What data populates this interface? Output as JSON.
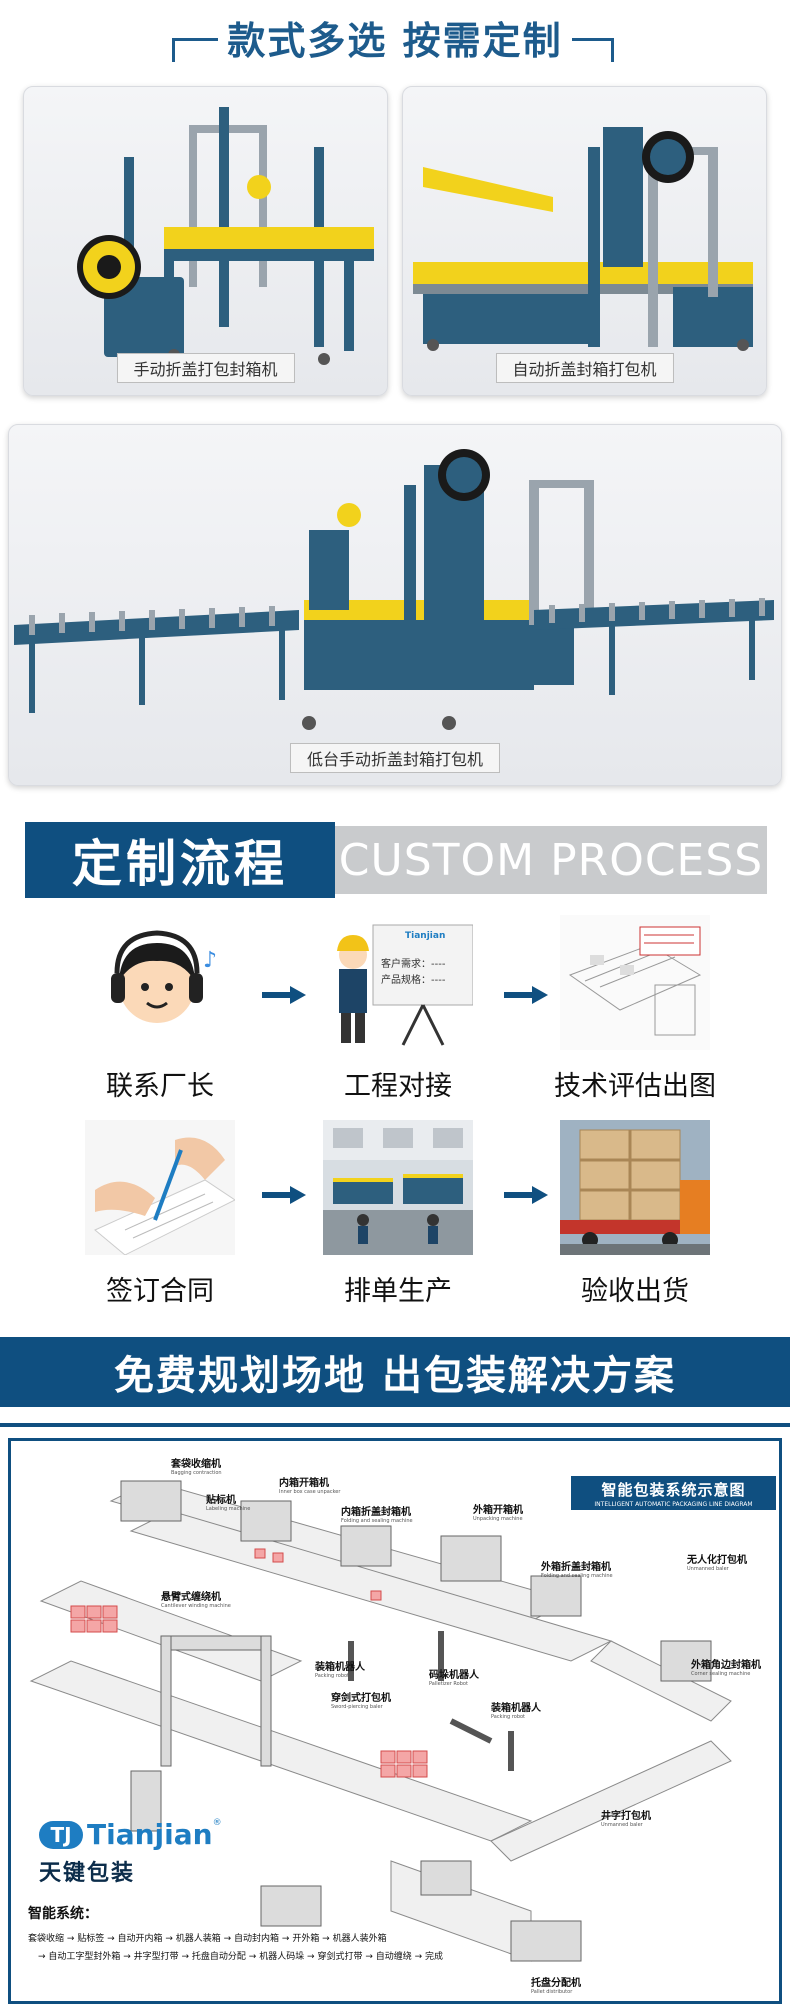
{
  "header": {
    "title": "款式多选  按需定制"
  },
  "products": [
    {
      "caption": "手动折盖打包封箱机"
    },
    {
      "caption": "自动折盖封箱打包机"
    },
    {
      "caption": "低台手动折盖封箱打包机"
    }
  ],
  "process_banner": {
    "zh": "定制流程",
    "en": "CUSTOM PROCESS"
  },
  "steps": [
    {
      "label": "联系厂长",
      "icon": "headset-avatar-icon"
    },
    {
      "label": "工程对接",
      "icon": "engineer-presentation-icon",
      "board_title": "Tianjian",
      "board_line1": "客户需求：----",
      "board_line2": "产品规格：----"
    },
    {
      "label": "技术评估出图",
      "icon": "layout-drawing-icon"
    },
    {
      "label": "签订合同",
      "icon": "contract-signing-icon"
    },
    {
      "label": "排单生产",
      "icon": "factory-floor-icon"
    },
    {
      "label": "验收出货",
      "icon": "shipping-crate-icon"
    }
  ],
  "solution_banner": {
    "text": "免费规划场地 出包装解决方案"
  },
  "diagram": {
    "title": "智能包装系统示意图",
    "subtitle": "INTELLIGENT AUTOMATIC PACKAGING LINE DIAGRAM",
    "stations": [
      {
        "zh": "套袋收缩机",
        "en": "Bagging contraction"
      },
      {
        "zh": "内箱开箱机",
        "en": "Inner box case unpacker"
      },
      {
        "zh": "贴标机",
        "en": "Labeling machine"
      },
      {
        "zh": "内箱折盖封箱机",
        "en": "Folding and sealing machine"
      },
      {
        "zh": "外箱开箱机",
        "en": "Unpacking machine"
      },
      {
        "zh": "外箱折盖封箱机",
        "en": "Folding and sealing machine"
      },
      {
        "zh": "无人化打包机",
        "en": "Unmanned baler"
      },
      {
        "zh": "悬臂式缠绕机",
        "en": "Cantilever winding machine"
      },
      {
        "zh": "装箱机器人",
        "en": "Packing robot"
      },
      {
        "zh": "码垛机器人",
        "en": "Palletizer Robot"
      },
      {
        "zh": "穿剑式打包机",
        "en": "Sword-piercing baler"
      },
      {
        "zh": "装箱机器人",
        "en": "Packing robot"
      },
      {
        "zh": "外箱角边封箱机",
        "en": "Corner sealing machine"
      },
      {
        "zh": "井字打包机",
        "en": "Unmanned baler"
      },
      {
        "zh": "托盘分配机",
        "en": "Pallet distributor"
      }
    ],
    "logo": {
      "mark": "TJ",
      "en": "Tianjian",
      "reg": "®",
      "zh": "天键包装"
    },
    "system_label": "智能系统：",
    "flow_lines": [
      "套袋收缩 → 贴标签 → 自动开内箱 → 机器人装箱 → 自动封内箱 → 开外箱 → 机器人装外箱",
      "→ 自动工字型封外箱 → 井字型打带 → 托盘自动分配 → 机器人码垛 → 穿剑式打带 → 自动缠绕 → 完成"
    ]
  },
  "colors": {
    "brand_blue": "#0f4f80",
    "machine_teal": "#2d5f7e",
    "machine_yellow": "#f2d21c",
    "banner_gray": "#c9cbcd"
  }
}
